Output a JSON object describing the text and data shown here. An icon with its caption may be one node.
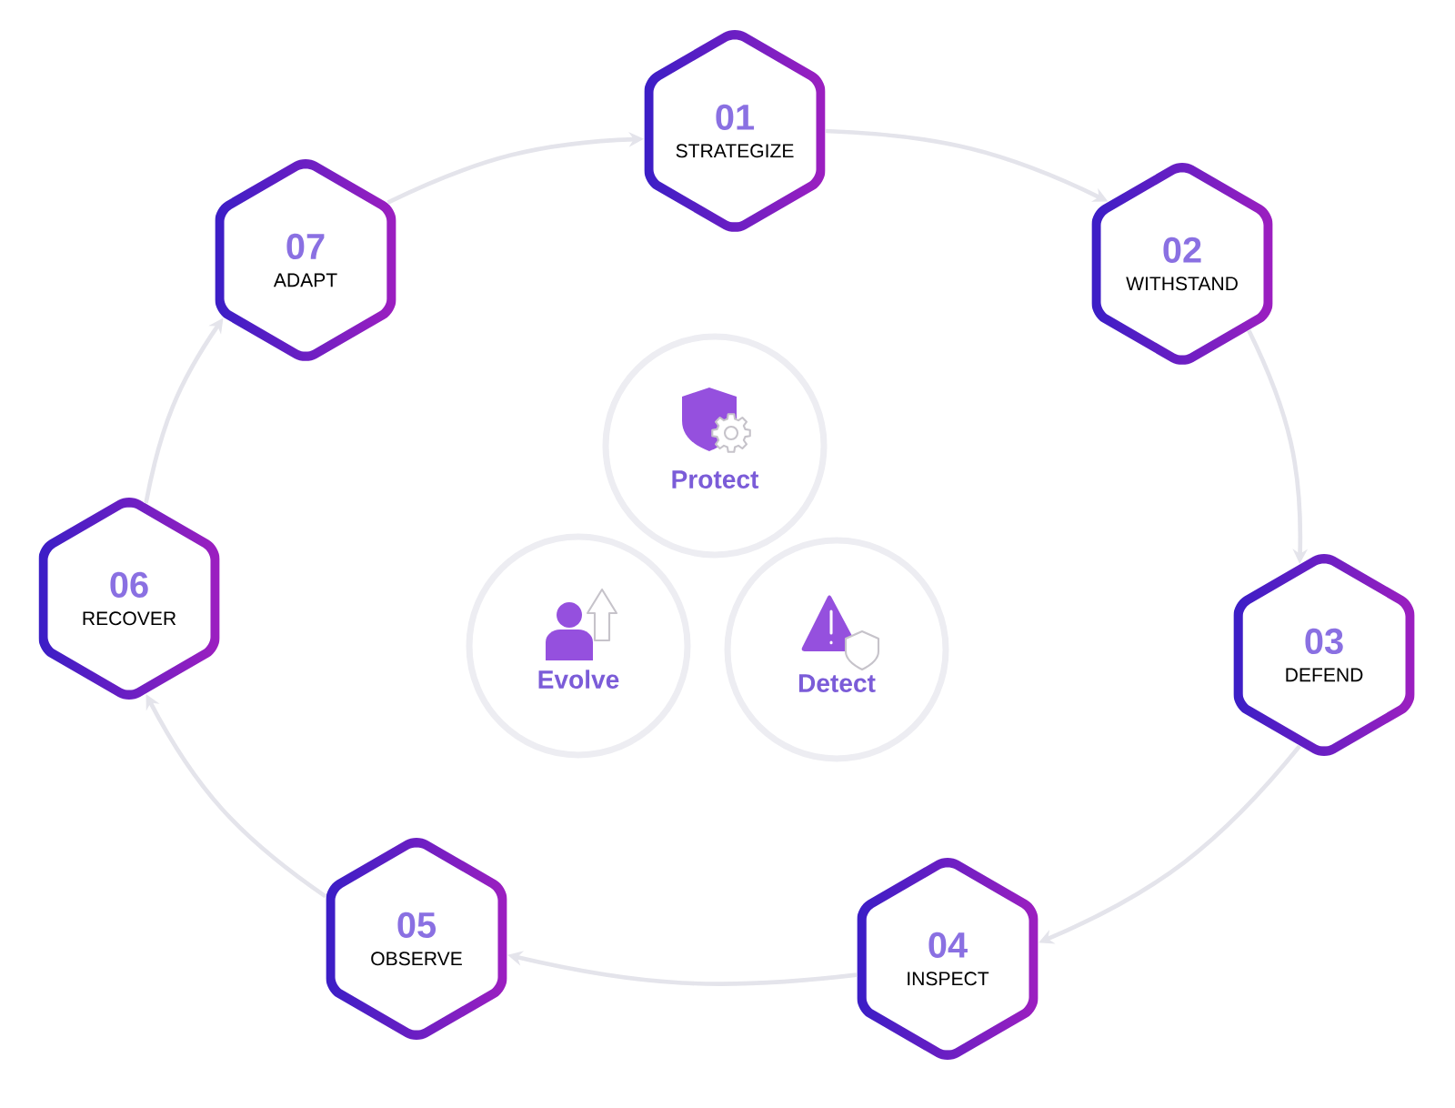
{
  "diagram": {
    "nodes": [
      {
        "text": [
          "01",
          "STRATEGIZE"
        ]
      },
      {
        "text": [
          "02",
          "WITHSTAND"
        ]
      },
      {
        "text": [
          "03",
          "DEFEND"
        ]
      },
      {
        "text": [
          "04",
          "INSPECT"
        ]
      },
      {
        "text": [
          "05",
          "OBSERVE"
        ]
      },
      {
        "text": [
          "06",
          "RECOVER"
        ]
      },
      {
        "text": [
          "07",
          "ADAPT"
        ]
      },
      {
        "text": [
          "Protect"
        ]
      },
      {
        "text": [
          "Evolve"
        ]
      },
      {
        "text": [
          "Detect"
        ]
      }
    ],
    "edges": [
      {
        "from": 0,
        "to": 1,
        "arrow": "to"
      },
      {
        "from": 1,
        "to": 2,
        "arrow": "to"
      },
      {
        "from": 2,
        "to": 3,
        "arrow": "to"
      },
      {
        "from": 3,
        "to": 4,
        "arrow": "to"
      },
      {
        "from": 4,
        "to": 5,
        "arrow": "to"
      },
      {
        "from": 5,
        "to": 6,
        "arrow": "to"
      },
      {
        "from": 6,
        "to": 0,
        "arrow": "to"
      }
    ]
  }
}
